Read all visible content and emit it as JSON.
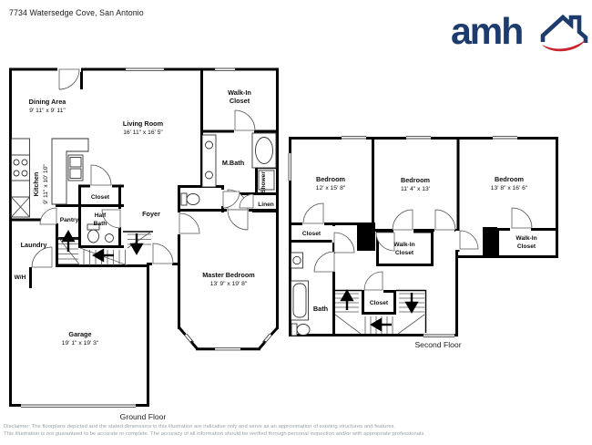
{
  "header": {
    "title": "7734 Watersedge Cove, San Antonio"
  },
  "logo": {
    "text": "amh",
    "navy": "#1d3c6d",
    "red": "#c9232b"
  },
  "ground_floor": {
    "label": "Ground Floor",
    "rooms": {
      "dining": {
        "name": "Dining Area",
        "dims": "9' 11\" x 9' 11\""
      },
      "living": {
        "name": "Living Room",
        "dims": "16' 11\" x 16' 5\""
      },
      "walk_in_closet": {
        "name_line1": "Walk-In",
        "name_line2": "Closet"
      },
      "master_bath": {
        "name": "M.Bath"
      },
      "shower": {
        "name": "Shower"
      },
      "linen": {
        "name": "Linen"
      },
      "kitchen": {
        "name": "Kitchen",
        "dims": "9' 11\" x 10' 10\""
      },
      "closet": {
        "name": "Closet"
      },
      "half_bath": {
        "name_line1": "Half",
        "name_line2": "Bath"
      },
      "pantry": {
        "name": "Pantry"
      },
      "foyer": {
        "name": "Foyer"
      },
      "laundry": {
        "name": "Laundry"
      },
      "water_heater": {
        "name": "W/H"
      },
      "master_bedroom": {
        "name": "Master Bedroom",
        "dims": "13' 9\" x 19' 8\""
      },
      "garage": {
        "name": "Garage",
        "dims": "19' 1\" x 19' 3\""
      }
    }
  },
  "second_floor": {
    "label": "Second Floor",
    "rooms": {
      "bedroom1": {
        "name": "Bedroom",
        "dims": "12' x 15' 8\""
      },
      "bedroom2": {
        "name": "Bedroom",
        "dims": "11' 4\" x 13'"
      },
      "bedroom3": {
        "name": "Bedroom",
        "dims": "13' 8\" x 16' 6\""
      },
      "closet_left": {
        "name": "Closet"
      },
      "walk_in_closet_mid": {
        "name_line1": "Walk-In",
        "name_line2": "Closet"
      },
      "walk_in_closet_right": {
        "name_line1": "Walk-In",
        "name_line2": "Closet"
      },
      "bath": {
        "name": "Bath"
      },
      "closet_stairs": {
        "name": "Closet"
      }
    }
  },
  "footer": {
    "disclaimer_line1": "Disclaimer: The floorplans depicted and the stated dimensions in this illustration are indicative only and serve as an approximation of existing structures and features.",
    "disclaimer_line2": "This illustration is not guaranteed to be accurate or complete. The accuracy of all information should be verified through personal inspection and/or with appropriate professionals."
  }
}
